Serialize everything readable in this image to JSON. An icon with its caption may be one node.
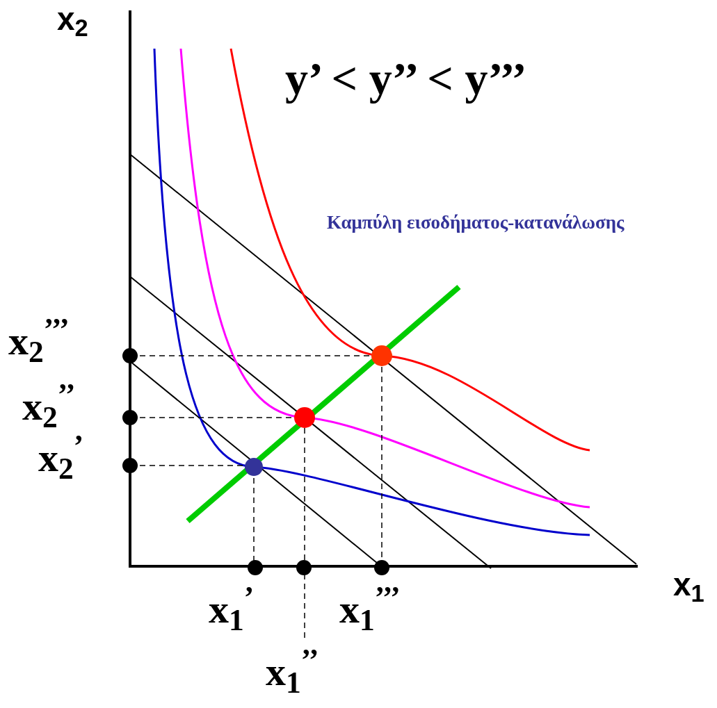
{
  "diagram": {
    "labels": [
      "x$_{2}$",
      "y’ < y’’ < y’’’",
      "Καμπύλη εισοδήματος-κατανάλωσης",
      "x$_{2}$$^{’’’}$",
      "x$_{2}$$^{’’}$",
      "x$_{2}$$^{’}$",
      "x$_{1}$",
      "x$_{1}$$^{’}$",
      "x$_{1}$$^{’’’}$",
      "x$_{1}$$^{’’}$"
    ]
  }
}
